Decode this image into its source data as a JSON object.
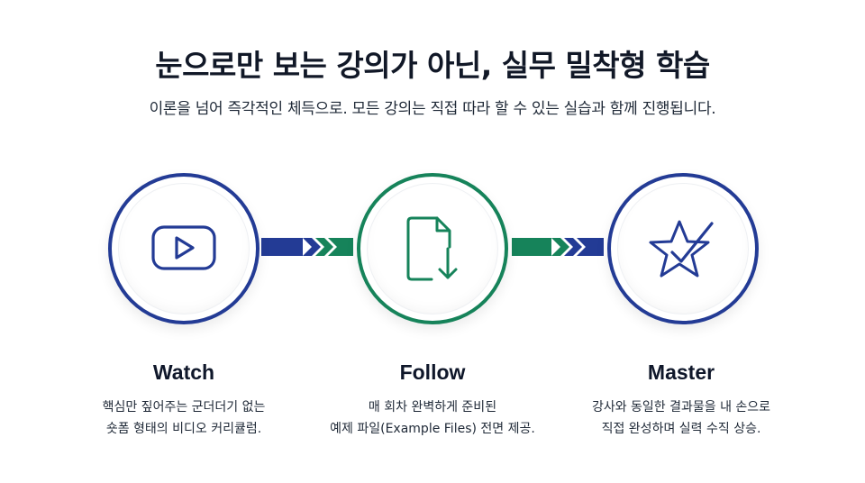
{
  "header": {
    "title": "눈으로만 보는 강의가 아닌, 실무 밀착형 학습",
    "subtitle": "이론을 넘어 즉각적인 체득으로. 모든 강의는 직접 따라 할 수 있는 실습과 함께 진행됩니다."
  },
  "colors": {
    "blue": "#233b95",
    "green": "#16835a"
  },
  "steps": [
    {
      "icon": "video-play-icon",
      "title": "Watch",
      "desc_line1": "핵심만 짚어주는 군더더기 없는",
      "desc_line2": "숏폼 형태의 비디오 커리큘럼."
    },
    {
      "icon": "file-download-icon",
      "title": "Follow",
      "desc_line1": "매 회차 완벽하게 준비된",
      "desc_line2": "예제 파일(Example Files) 전면 제공."
    },
    {
      "icon": "star-check-icon",
      "title": "Master",
      "desc_line1": "강사와 동일한 결과물을 내 손으로",
      "desc_line2": "직접 완성하며 실력 수직 상승."
    }
  ]
}
